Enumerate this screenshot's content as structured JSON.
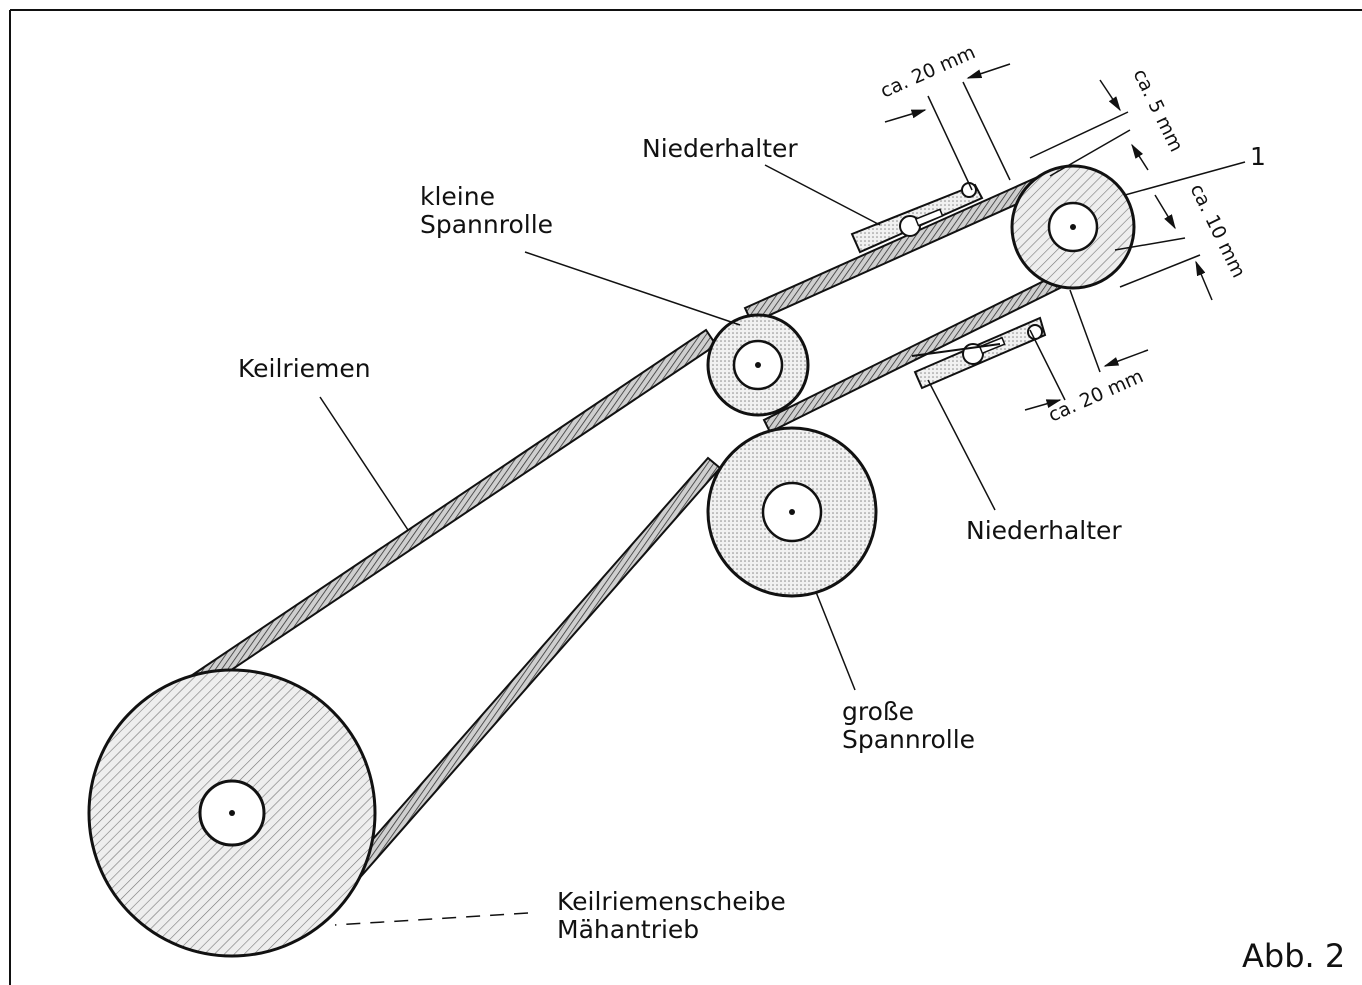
{
  "figure_label": "Abb. 2",
  "labels": {
    "niederhalter_top": "Niederhalter",
    "niederhalter_bottom": "Niederhalter",
    "kleine_spannrolle_line1": "kleine",
    "kleine_spannrolle_line2": "Spannrolle",
    "keilriemen": "Keilriemen",
    "grosse_spannrolle_line1": "große",
    "grosse_spannrolle_line2": "Spannrolle",
    "keilriemenscheibe_line1": "Keilriemenscheibe",
    "keilriemenscheibe_line2": "Mähantrieb",
    "item_number": "1"
  },
  "dimensions": {
    "top_gap": "ca. 20 mm",
    "bottom_gap": "ca. 20 mm",
    "upper_clearance": "ca. 5 mm",
    "lower_clearance": "ca. 10 mm"
  },
  "colors": {
    "ink": "#111111",
    "fill_hatch": "#777777",
    "background": "#ffffff"
  }
}
